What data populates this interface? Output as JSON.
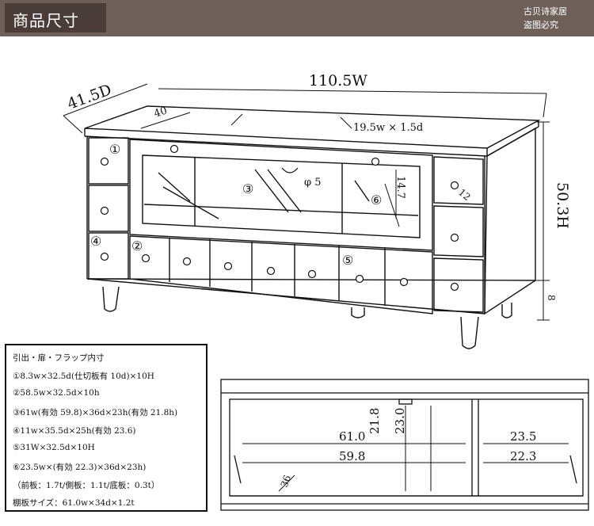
{
  "header": {
    "title": "商品尺寸",
    "watermark_line1": "古贝诗家居",
    "watermark_line2": "盗图必究"
  },
  "dimensions": {
    "depth": "41.5D",
    "width": "110.5W",
    "height": "50.3H",
    "inner_depth_40": "40",
    "cable_hole": "19.5w × 1.5d",
    "leg_height": "8",
    "glass_height": "14.7",
    "hole_diameter": "φ 5",
    "drawer_depth_small": "12"
  },
  "callouts": [
    "①",
    "②",
    "③",
    "④",
    "⑤",
    "⑥"
  ],
  "spec": {
    "heading": "引出・扉・フラップ内寸",
    "lines": [
      "①8.3w×32.5d(仕切板有 10d)×10H",
      "②58.5w×32.5d×10h",
      "③61w(有効 59.8)×36d×23h(有効 21.8h)",
      "④11w×35.5d×25h(有効 23.6)",
      "⑤31W×32.5d×10H",
      "⑥23.5w×(有効 22.3)×36d×23h)",
      "（前板：1.7t/側板：1.1t/底板：0.3t）",
      "棚板サイズ：61.0w×34d×1.2t"
    ]
  },
  "interior": {
    "left_width": "61.0",
    "left_effective": "59.8",
    "height_effective": "21.8",
    "height": "23.0",
    "right_width": "23.5",
    "right_effective": "22.3",
    "depth": "36"
  }
}
